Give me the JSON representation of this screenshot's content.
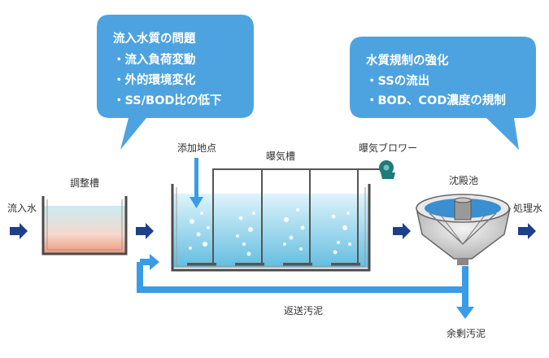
{
  "bubbles": {
    "left": {
      "title": "流入水質の問題",
      "items": [
        "・流入負荷変動",
        "・外的環境変化",
        "・SS/BOD比の低下"
      ]
    },
    "right": {
      "title": "水質規制の強化",
      "items": [
        "・SSの流出",
        "・BOD、COD濃度の規制"
      ]
    }
  },
  "labels": {
    "influent": "流入水",
    "equalization_tank": "調整槽",
    "dosing_point": "添加地点",
    "aeration_tank": "曝気槽",
    "aeration_blower": "曝気ブロワー",
    "settling_tank": "沈殿池",
    "treated_water": "処理水",
    "return_sludge": "返送汚泥",
    "excess_sludge": "余剰汚泥"
  },
  "colors": {
    "bubble": "#4da3e0",
    "flow_arrow": "#1e3f8c",
    "sludge_line": "#3a9be6",
    "blower": "#1f7a78"
  }
}
